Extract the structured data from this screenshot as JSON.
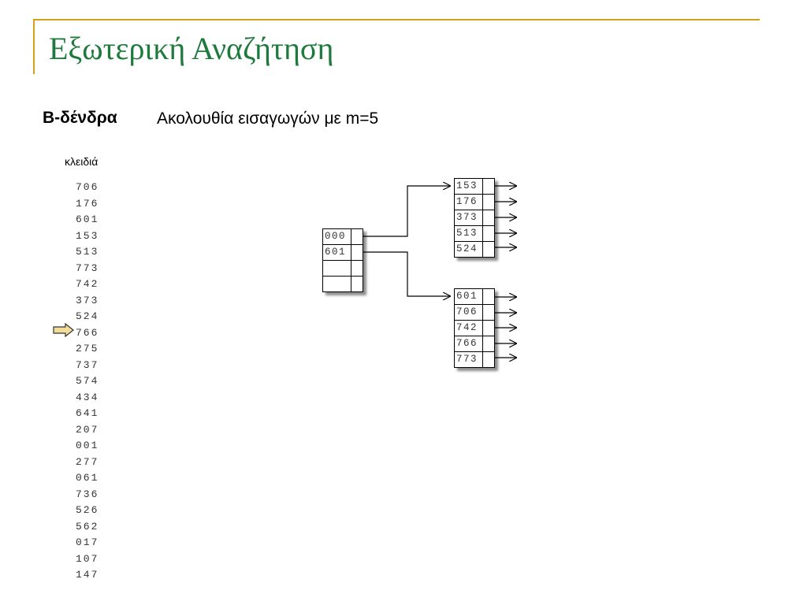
{
  "slide": {
    "title": "Εξωτερική Αναζήτηση",
    "subtitle": "B-δένδρα",
    "sequence_caption": "Ακολουθία εισαγωγών με m=5",
    "keys_header": "κλειδιά"
  },
  "keys": [
    "706",
    "176",
    "601",
    "153",
    "513",
    "773",
    "742",
    "373",
    "524",
    "766",
    "275",
    "737",
    "574",
    "434",
    "641",
    "207",
    "001",
    "277",
    "061",
    "736",
    "526",
    "562",
    "017",
    "107",
    "147"
  ],
  "current_key_index": 9,
  "tree": {
    "root": {
      "keys": [
        "000",
        "601",
        "",
        ""
      ]
    },
    "leaves": [
      {
        "keys": [
          "153",
          "176",
          "373",
          "513",
          "524"
        ]
      },
      {
        "keys": [
          "601",
          "706",
          "742",
          "766",
          "773"
        ]
      }
    ]
  },
  "colors": {
    "title": "#1e7a3c",
    "rule": "#d4a017",
    "pointer_fill": "#f3dc9a"
  }
}
